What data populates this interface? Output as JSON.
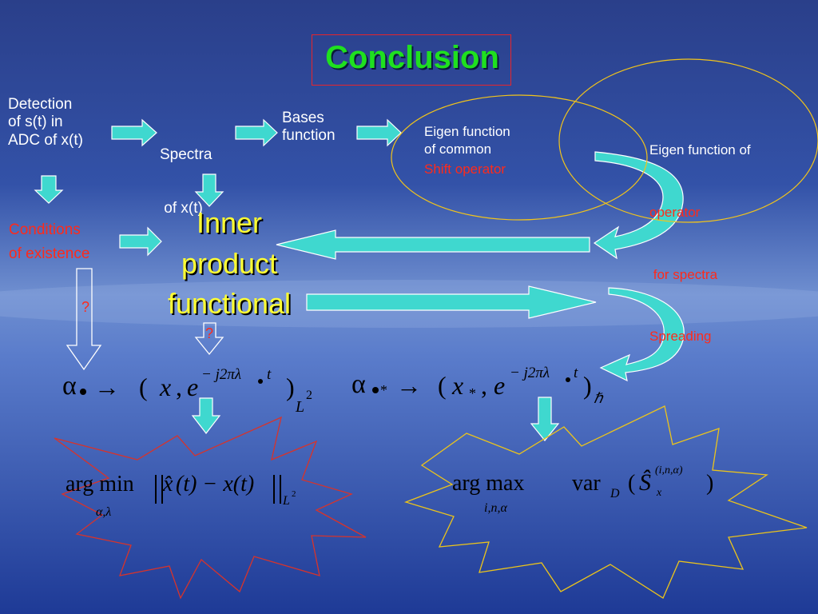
{
  "title": "Conclusion",
  "nodes": {
    "detection": [
      "Detection",
      "of s(t) in",
      "ADC of x(t)"
    ],
    "spectra": [
      "Spectra",
      " of x(t)"
    ],
    "bases": [
      "Bases",
      "function"
    ],
    "eigen_common": [
      "Eigen function",
      "of common"
    ],
    "eigen_common_red": "Shift operator",
    "eigen_op_1": "Eigen function of",
    "eigen_op_red": [
      "operator",
      " for spectra",
      "Spreading"
    ],
    "conditions": [
      "Conditions",
      "of existence"
    ],
    "inner": [
      "Inner",
      "product",
      "functional"
    ],
    "question1": "?",
    "question2": "?"
  },
  "formulas": {
    "f1": {
      "alpha": "α",
      "arrow": "→",
      "open": "(",
      "x": "x",
      "comma": ",",
      "e": "e",
      "exp": "− j2πλ",
      "expt": "t",
      "close": ")",
      "sub": "L",
      "sup": "2"
    },
    "f2": {
      "alpha": "α",
      "star": "*",
      "arrow": "→",
      "open": "(",
      "x": "x",
      "xsub": "*",
      "comma": ",",
      "e": "e",
      "exp": "− j2πλ",
      "expt": "t",
      "close": ")",
      "sub": "ℏ"
    },
    "f3": {
      "argmin": "arg min",
      "under": "α,λ",
      "body1": "x̂",
      "body2": "(t) − x(t)",
      "sub": "L",
      "sup": "2"
    },
    "f4": {
      "argmax": "arg max",
      "under": "i,n,α",
      "var": "var",
      "vsub": "D",
      "open": "(",
      "S": "Ŝ",
      "sup": "(i,n,α)",
      "ssub": "x",
      "close": ")"
    }
  }
}
